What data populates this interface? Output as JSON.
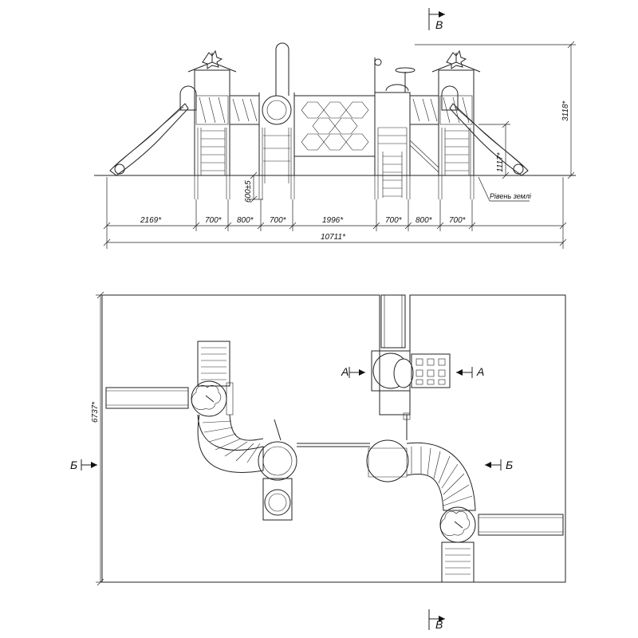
{
  "elevation": {
    "dims": {
      "d1": "2169*",
      "d2": "700*",
      "d3": "800*",
      "d4": "700*",
      "d5": "1996*",
      "d6": "700*",
      "d7": "800*",
      "d8": "700*",
      "total": "10711*",
      "height": "3118*",
      "platform": "1117*",
      "depth": "600±5"
    },
    "ground_label": "Рівень землі"
  },
  "plan": {
    "height_dim": "6737*"
  },
  "sections": {
    "b_top": "B",
    "b_bottom": "B",
    "a_left": "A",
    "a_right": "A",
    "be_left": "Б",
    "be_right": "Б"
  }
}
